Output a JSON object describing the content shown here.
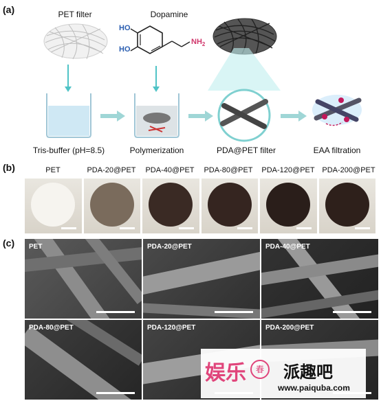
{
  "panel_a": {
    "label": "(a)",
    "pet_filter_label": "PET filter",
    "dopamine_label": "Dopamine",
    "ho_top": "HO",
    "ho_bottom": "HO",
    "nh2": "NH",
    "nh2_sub": "2",
    "steps": [
      "Tris-buffer (pH=8.5)",
      "Polymerization",
      "PDA@PET filter",
      "EAA filtration"
    ]
  },
  "panel_b": {
    "label": "(b)",
    "samples": [
      "PET",
      "PDA-20@PET",
      "PDA-40@PET",
      "PDA-80@PET",
      "PDA-120@PET",
      "PDA-200@PET"
    ],
    "disc_colors": [
      "#f6f4ef",
      "#7a6b5c",
      "#3a2a24",
      "#352520",
      "#2a1e1a",
      "#2e201b"
    ]
  },
  "panel_c": {
    "label": "(c)",
    "images": [
      "PET",
      "PDA-20@PET",
      "PDA-40@PET",
      "PDA-80@PET",
      "PDA-120@PET",
      "PDA-200@PET"
    ]
  },
  "watermark": {
    "brand": "娱乐",
    "badge": "春",
    "site_name": "派趣吧",
    "url": "www.paiquba.com"
  }
}
